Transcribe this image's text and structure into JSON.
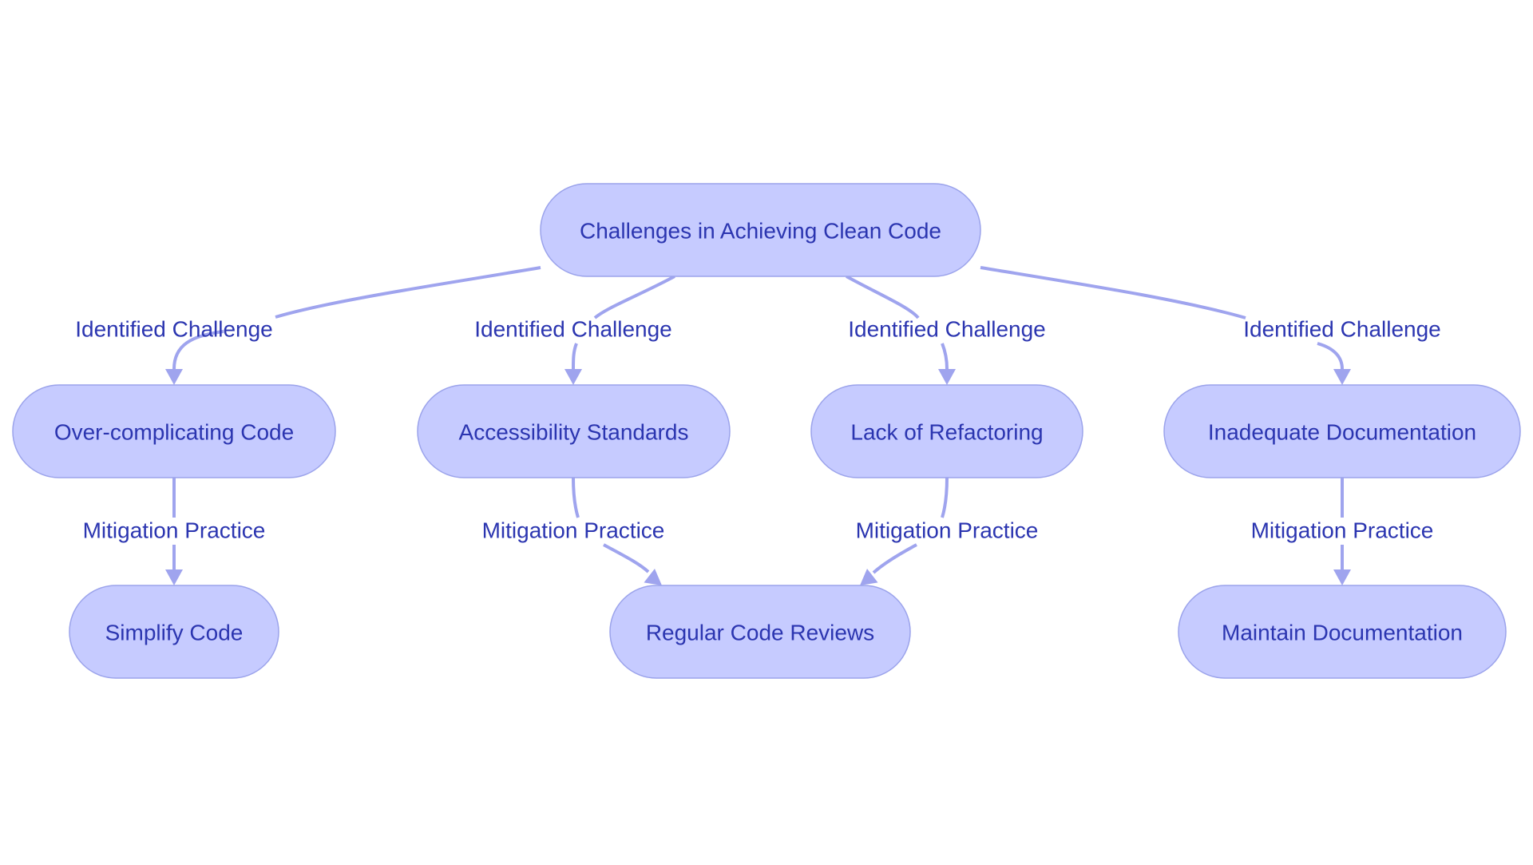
{
  "diagram": {
    "type": "flowchart",
    "direction": "top-down",
    "colors": {
      "node_fill": "#C6CBFF",
      "node_border": "#9BA3EB",
      "edge": "#9FA4EE",
      "text": "#2B35B0",
      "background": "#FFFFFF"
    },
    "nodes": [
      {
        "id": "root",
        "label": "Challenges in Achieving Clean Code",
        "shape": "stadium"
      },
      {
        "id": "c1",
        "label": "Over-complicating Code",
        "shape": "stadium"
      },
      {
        "id": "c2",
        "label": "Accessibility Standards",
        "shape": "stadium"
      },
      {
        "id": "c3",
        "label": "Lack of Refactoring",
        "shape": "stadium"
      },
      {
        "id": "c4",
        "label": "Inadequate Documentation",
        "shape": "stadium"
      },
      {
        "id": "m1",
        "label": "Simplify Code",
        "shape": "stadium"
      },
      {
        "id": "m2",
        "label": "Regular Code Reviews",
        "shape": "stadium"
      },
      {
        "id": "m3",
        "label": "Maintain Documentation",
        "shape": "stadium"
      }
    ],
    "edges": [
      {
        "from": "root",
        "to": "c1",
        "label": "Identified Challenge"
      },
      {
        "from": "root",
        "to": "c2",
        "label": "Identified Challenge"
      },
      {
        "from": "root",
        "to": "c3",
        "label": "Identified Challenge"
      },
      {
        "from": "root",
        "to": "c4",
        "label": "Identified Challenge"
      },
      {
        "from": "c1",
        "to": "m1",
        "label": "Mitigation Practice"
      },
      {
        "from": "c2",
        "to": "m2",
        "label": "Mitigation Practice"
      },
      {
        "from": "c3",
        "to": "m2",
        "label": "Mitigation Practice"
      },
      {
        "from": "c4",
        "to": "m3",
        "label": "Mitigation Practice"
      }
    ]
  }
}
